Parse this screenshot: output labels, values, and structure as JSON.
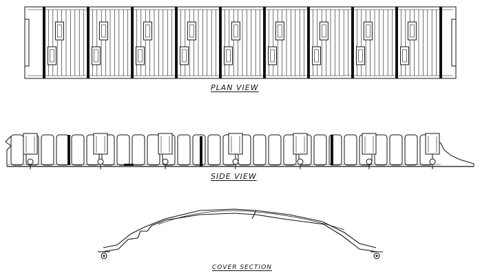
{
  "drawing": {
    "plan_view": {
      "label": "PLAN VIEW",
      "bays": 9
    },
    "side_view": {
      "label": "SIDE VIEW",
      "eyelets": 7
    },
    "cover_section": {
      "label": "COVER SECTION"
    },
    "colors": {
      "line": "#111111",
      "background": "#ffffff"
    }
  }
}
